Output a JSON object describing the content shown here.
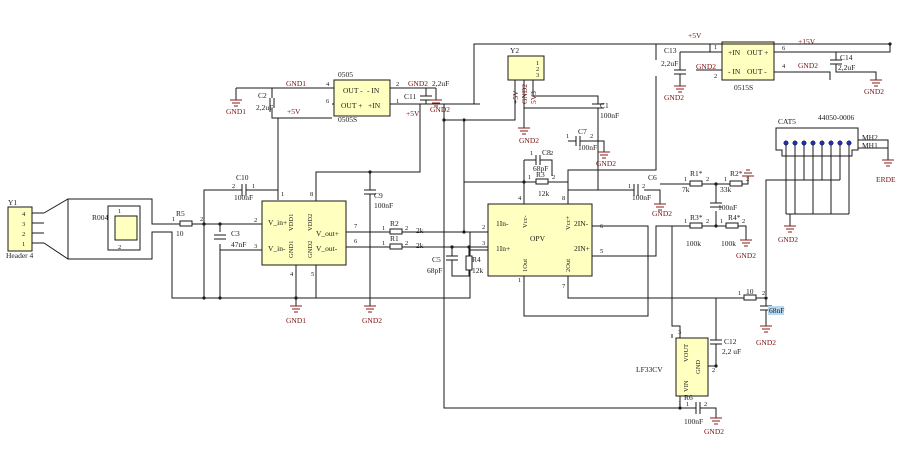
{
  "components": {
    "y1": {
      "ref": "Y1",
      "value": "Header 4",
      "pins": [
        "4",
        "3",
        "2",
        "1"
      ]
    },
    "r004": {
      "ref": "R004",
      "pins": [
        "1",
        "2"
      ]
    },
    "r5": {
      "ref": "R5",
      "value": "10",
      "pins": [
        "1",
        "2"
      ]
    },
    "c10": {
      "ref": "C10",
      "value": "100nF",
      "pins": [
        "2",
        "1"
      ]
    },
    "c3": {
      "ref": "C3",
      "value": "47nF"
    },
    "c2": {
      "ref": "C2",
      "value": "2,2uF"
    },
    "u_amp": {
      "pins": {
        "v_in_plus": "V_in+",
        "v_in_minus": "V_in-",
        "vdd1": "VDD1",
        "gnd1": "GND1",
        "vdd2": "VDD2",
        "gnd2": "GND2",
        "v_out_plus": "V_out+",
        "v_out_minus": "V_out-"
      },
      "pin_numbers": {
        "p2": "2",
        "p3": "3",
        "p1": "1",
        "p4": "4",
        "p8": "8",
        "p5": "5",
        "p7": "7",
        "p6": "6"
      }
    },
    "dcdc_0505": {
      "name": "0505",
      "part": "0505S",
      "out_minus": "OUT -",
      "in_minus": "- IN",
      "out_plus": "OUT +",
      "in_plus": "+IN",
      "p4": "4",
      "p6": "6",
      "p2": "2",
      "p1": "1"
    },
    "c11": {
      "ref": "C11",
      "value": "2,2uF"
    },
    "c9": {
      "ref": "C9",
      "value": "100nF"
    },
    "r2": {
      "ref": "R2",
      "value": "2k",
      "pins": [
        "1",
        "2"
      ]
    },
    "r1": {
      "ref": "R1",
      "value": "2k",
      "pins": [
        "1",
        "2"
      ]
    },
    "c5": {
      "ref": "C5",
      "value": "68pF"
    },
    "r4": {
      "ref": "R4",
      "value": "12k"
    },
    "y2": {
      "ref": "Y2",
      "pins": [
        "1",
        "2",
        "3"
      ]
    },
    "c1": {
      "ref": "C1",
      "value": "100nF"
    },
    "c7": {
      "ref": "C7",
      "value": "100nF",
      "pins": [
        "1",
        "2"
      ]
    },
    "c8": {
      "ref": "C8",
      "value": "68pF",
      "pins": [
        "1",
        "2"
      ]
    },
    "r3": {
      "ref": "R3",
      "value": "12k",
      "pins": [
        "1",
        "2"
      ]
    },
    "c6": {
      "ref": "C6",
      "value": "100nF",
      "pins": [
        "1",
        "2"
      ]
    },
    "opv": {
      "name": "OPV",
      "in1_minus": "1In-",
      "in1_plus": "1In+",
      "out1": "1Out",
      "vcc_minus": "Vcc-",
      "vcc_plus": "Vcc+",
      "in2_minus": "2IN-",
      "in2_plus": "2IN+",
      "out2": "2Out",
      "pins": {
        "p2": "2",
        "p3": "3",
        "p1": "1",
        "p4": "4",
        "p8": "8",
        "p6": "6",
        "p5": "5",
        "p7": "7"
      }
    },
    "c13": {
      "ref": "C13",
      "value": "2,2uF"
    },
    "dcdc_0515": {
      "part": "0515S",
      "in_plus": "+IN",
      "out_plus": "OUT +",
      "in_minus": "- IN",
      "out_minus": "OUT -",
      "p1": "1",
      "p6": "6",
      "p2": "2",
      "p4": "4"
    },
    "c14": {
      "ref": "C14",
      "value": "2,2uF"
    },
    "r1s": {
      "ref": "R1*",
      "value": "7k",
      "pins": [
        "1",
        "2"
      ]
    },
    "r2s": {
      "ref": "R2*",
      "value": "33k",
      "pins": [
        "1",
        "2"
      ]
    },
    "c_100n_mid": {
      "value": "100nF"
    },
    "r3s": {
      "ref": "R3*",
      "value": "100k",
      "pins": [
        "1",
        "2"
      ]
    },
    "r4s": {
      "ref": "R4*",
      "value": "100k",
      "pins": [
        "1",
        "2"
      ]
    },
    "cat5": {
      "ref": "CAT5",
      "value": "44050-0006",
      "mh2": "MH2",
      "mh1": "MH1"
    },
    "erde": {
      "label": "ERDE"
    },
    "r10": {
      "value": "10",
      "pins": [
        "1",
        "2"
      ]
    },
    "c_68n": {
      "value": "68nF"
    },
    "lf33": {
      "part": "LF33CV",
      "vout": "VOUT",
      "gnd": "GND",
      "vin": "VIN",
      "pin1": "1",
      "pin2": "2",
      "pin3": "3"
    },
    "c12": {
      "ref": "C12",
      "value": "2,2 uF"
    },
    "r6": {
      "ref": "R6",
      "value": "100nF",
      "pins": [
        "1",
        "2"
      ]
    }
  },
  "nets": {
    "gnd1": "GND1",
    "gnd2": "GND2",
    "p5v": "+5V",
    "p15v": "+15V",
    "y2_pins": [
      "+5V",
      "GND2",
      "5V3"
    ]
  },
  "colors": {
    "block_fill": "#ffffc0",
    "power_label": "#7a1010",
    "wire": "#1a1a1a",
    "selection": "#b8d8f0"
  }
}
